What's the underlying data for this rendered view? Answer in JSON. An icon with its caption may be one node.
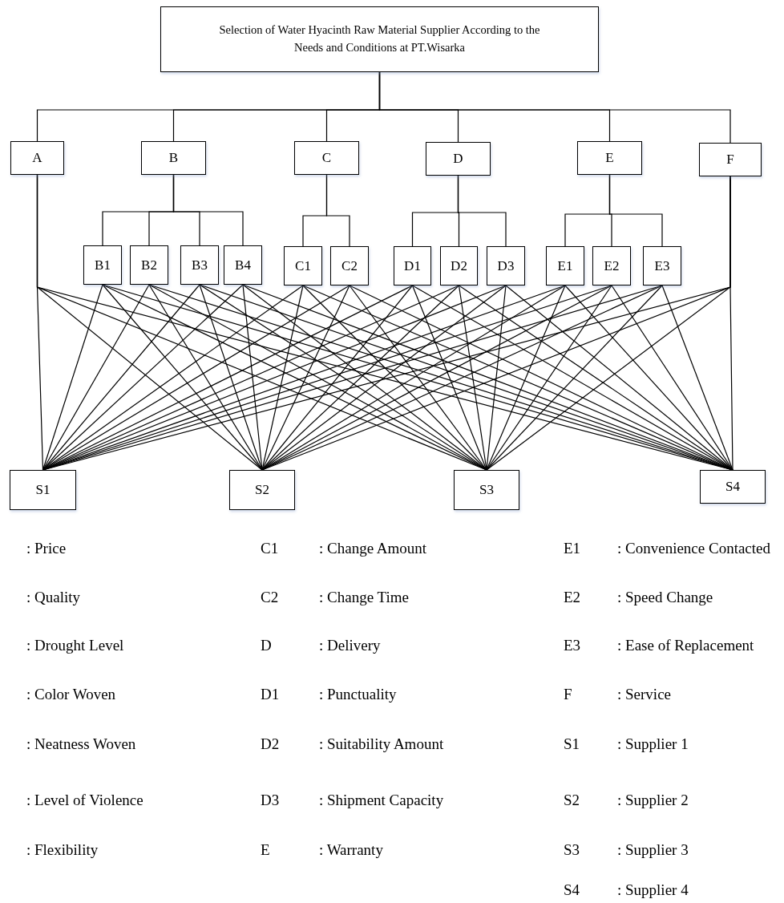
{
  "diagram": {
    "nodes": [
      {
        "text": [
          "Selection of Water Hyacinth Raw Material Supplier According to the Needs and Conditions at PT.Wisarka"
        ]
      },
      {
        "text": [
          "A"
        ]
      },
      {
        "text": [
          "B"
        ]
      },
      {
        "text": [
          "C"
        ]
      },
      {
        "text": [
          "D"
        ]
      },
      {
        "text": [
          "E"
        ]
      },
      {
        "text": [
          "F"
        ]
      },
      {
        "text": [
          "B1"
        ]
      },
      {
        "text": [
          "B2"
        ]
      },
      {
        "text": [
          "B3"
        ]
      },
      {
        "text": [
          "B4"
        ]
      },
      {
        "text": [
          "C1"
        ]
      },
      {
        "text": [
          "C2"
        ]
      },
      {
        "text": [
          "D1"
        ]
      },
      {
        "text": [
          "D2"
        ]
      },
      {
        "text": [
          "D3"
        ]
      },
      {
        "text": [
          "E1"
        ]
      },
      {
        "text": [
          "E2"
        ]
      },
      {
        "text": [
          "E3"
        ]
      },
      {
        "text": [
          "S1"
        ]
      },
      {
        "text": [
          "S2"
        ]
      },
      {
        "text": [
          "S3"
        ]
      },
      {
        "text": [
          "S4"
        ]
      }
    ],
    "edges": [
      {
        "from": 0,
        "to": 1,
        "arrow": "none"
      },
      {
        "from": 0,
        "to": 2,
        "arrow": "none"
      },
      {
        "from": 0,
        "to": 3,
        "arrow": "none"
      },
      {
        "from": 0,
        "to": 4,
        "arrow": "none"
      },
      {
        "from": 0,
        "to": 5,
        "arrow": "none"
      },
      {
        "from": 0,
        "to": 6,
        "arrow": "none"
      },
      {
        "from": 2,
        "to": 7,
        "arrow": "none"
      },
      {
        "from": 2,
        "to": 8,
        "arrow": "none"
      },
      {
        "from": 2,
        "to": 9,
        "arrow": "none"
      },
      {
        "from": 2,
        "to": 10,
        "arrow": "none"
      },
      {
        "from": 3,
        "to": 11,
        "arrow": "none"
      },
      {
        "from": 3,
        "to": 12,
        "arrow": "none"
      },
      {
        "from": 4,
        "to": 13,
        "arrow": "none"
      },
      {
        "from": 4,
        "to": 14,
        "arrow": "none"
      },
      {
        "from": 4,
        "to": 15,
        "arrow": "none"
      },
      {
        "from": 5,
        "to": 16,
        "arrow": "none"
      },
      {
        "from": 5,
        "to": 17,
        "arrow": "none"
      },
      {
        "from": 5,
        "to": 18,
        "arrow": "none"
      },
      {
        "from": 1,
        "to": 19,
        "arrow": "none"
      },
      {
        "from": 1,
        "to": 20,
        "arrow": "none"
      },
      {
        "from": 1,
        "to": 21,
        "arrow": "none"
      },
      {
        "from": 1,
        "to": 22,
        "arrow": "none"
      },
      {
        "from": 7,
        "to": 19,
        "arrow": "none"
      },
      {
        "from": 7,
        "to": 20,
        "arrow": "none"
      },
      {
        "from": 7,
        "to": 21,
        "arrow": "none"
      },
      {
        "from": 7,
        "to": 22,
        "arrow": "none"
      },
      {
        "from": 8,
        "to": 19,
        "arrow": "none"
      },
      {
        "from": 8,
        "to": 20,
        "arrow": "none"
      },
      {
        "from": 8,
        "to": 21,
        "arrow": "none"
      },
      {
        "from": 8,
        "to": 22,
        "arrow": "none"
      },
      {
        "from": 9,
        "to": 19,
        "arrow": "none"
      },
      {
        "from": 9,
        "to": 20,
        "arrow": "none"
      },
      {
        "from": 9,
        "to": 21,
        "arrow": "none"
      },
      {
        "from": 9,
        "to": 22,
        "arrow": "none"
      },
      {
        "from": 10,
        "to": 19,
        "arrow": "none"
      },
      {
        "from": 10,
        "to": 20,
        "arrow": "none"
      },
      {
        "from": 10,
        "to": 21,
        "arrow": "none"
      },
      {
        "from": 10,
        "to": 22,
        "arrow": "none"
      },
      {
        "from": 11,
        "to": 19,
        "arrow": "none"
      },
      {
        "from": 11,
        "to": 20,
        "arrow": "none"
      },
      {
        "from": 11,
        "to": 21,
        "arrow": "none"
      },
      {
        "from": 11,
        "to": 22,
        "arrow": "none"
      },
      {
        "from": 12,
        "to": 19,
        "arrow": "none"
      },
      {
        "from": 12,
        "to": 20,
        "arrow": "none"
      },
      {
        "from": 12,
        "to": 21,
        "arrow": "none"
      },
      {
        "from": 12,
        "to": 22,
        "arrow": "none"
      },
      {
        "from": 13,
        "to": 19,
        "arrow": "none"
      },
      {
        "from": 13,
        "to": 20,
        "arrow": "none"
      },
      {
        "from": 13,
        "to": 21,
        "arrow": "none"
      },
      {
        "from": 13,
        "to": 22,
        "arrow": "none"
      },
      {
        "from": 14,
        "to": 19,
        "arrow": "none"
      },
      {
        "from": 14,
        "to": 20,
        "arrow": "none"
      },
      {
        "from": 14,
        "to": 21,
        "arrow": "none"
      },
      {
        "from": 14,
        "to": 22,
        "arrow": "none"
      },
      {
        "from": 15,
        "to": 19,
        "arrow": "none"
      },
      {
        "from": 15,
        "to": 20,
        "arrow": "none"
      },
      {
        "from": 15,
        "to": 21,
        "arrow": "none"
      },
      {
        "from": 15,
        "to": 22,
        "arrow": "none"
      },
      {
        "from": 16,
        "to": 19,
        "arrow": "none"
      },
      {
        "from": 16,
        "to": 20,
        "arrow": "none"
      },
      {
        "from": 16,
        "to": 21,
        "arrow": "none"
      },
      {
        "from": 16,
        "to": 22,
        "arrow": "none"
      },
      {
        "from": 17,
        "to": 19,
        "arrow": "none"
      },
      {
        "from": 17,
        "to": 20,
        "arrow": "none"
      },
      {
        "from": 17,
        "to": 21,
        "arrow": "none"
      },
      {
        "from": 17,
        "to": 22,
        "arrow": "none"
      },
      {
        "from": 18,
        "to": 19,
        "arrow": "none"
      },
      {
        "from": 18,
        "to": 20,
        "arrow": "none"
      },
      {
        "from": 18,
        "to": 21,
        "arrow": "none"
      },
      {
        "from": 18,
        "to": 22,
        "arrow": "none"
      },
      {
        "from": 6,
        "to": 19,
        "arrow": "none"
      },
      {
        "from": 6,
        "to": 20,
        "arrow": "none"
      },
      {
        "from": 6,
        "to": 21,
        "arrow": "none"
      },
      {
        "from": 6,
        "to": 22,
        "arrow": "none"
      }
    ],
    "labels": [
      ": Price",
      "C1",
      ": Change Amount",
      "E1",
      ": Convenience Contacted",
      ": Quality",
      "C2",
      ": Change Time",
      "E2",
      ": Speed Change",
      ": Drought Level",
      "D",
      ": Delivery",
      "E3",
      ": Ease of Replacement",
      ": Color Woven",
      "D1",
      ": Punctuality",
      "F",
      ": Service",
      ": Neatness Woven",
      "D2",
      ": Suitability Amount",
      "S1",
      ": Supplier 1",
      ": Level of Violence",
      "D3",
      ": Shipment Capacity",
      "S2",
      ": Supplier 2",
      ": Flexibility",
      "E",
      ": Warranty",
      "S3",
      ": Supplier 3",
      "S4",
      ": Supplier 4"
    ]
  }
}
